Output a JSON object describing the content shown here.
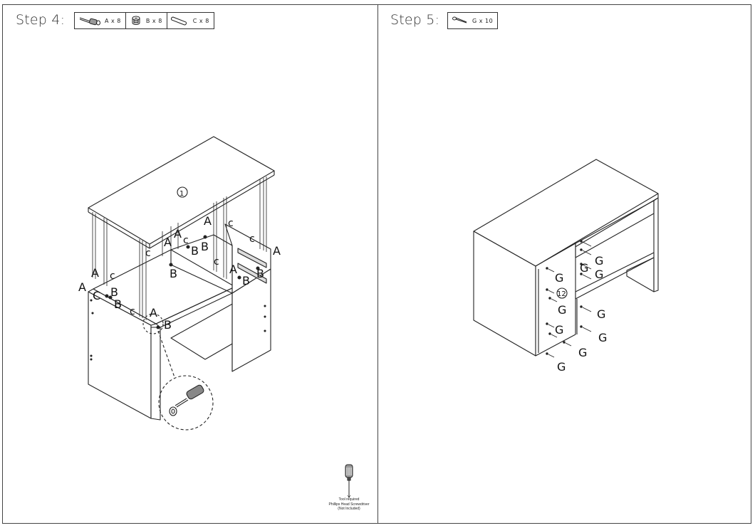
{
  "step4": {
    "title": "Step 4:",
    "parts": [
      {
        "icon": "cam-bolt-icon",
        "qty": "A x 8"
      },
      {
        "icon": "cam-lock-icon",
        "qty": "B x 8"
      },
      {
        "icon": "wooden-dowel-icon",
        "qty": "C x 8"
      }
    ],
    "labels": {
      "panel_number": "1",
      "A": "A",
      "B": "B",
      "C": "C",
      "c": "c"
    }
  },
  "step5": {
    "title": "Step 5:",
    "parts": [
      {
        "icon": "screw-icon",
        "qty": "G x 10"
      }
    ],
    "labels": {
      "panel_number": "12",
      "G": "G"
    }
  },
  "tool": {
    "line1": "Tool required",
    "line2": "Phillips Head Screwdriver",
    "line3": "(Not Included)"
  }
}
